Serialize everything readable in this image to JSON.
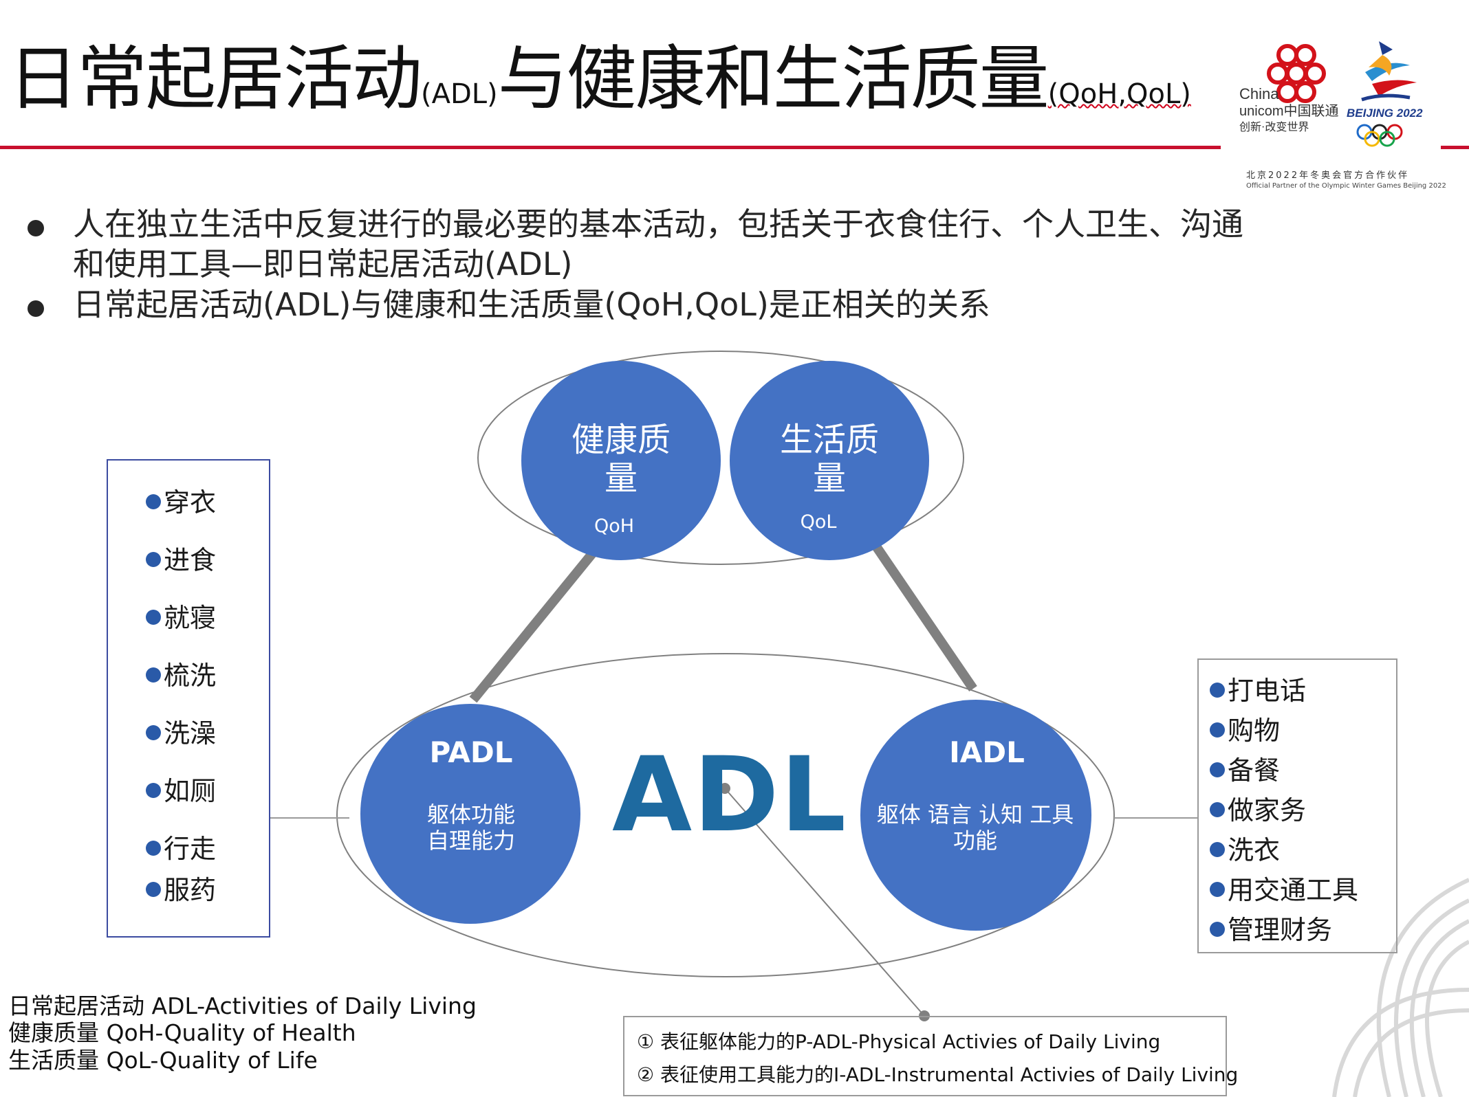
{
  "header": {
    "title_part1": "日常起居活动",
    "title_abbr1": "(ADL)",
    "title_part2": "与健康和生活质量",
    "title_abbr2": "(QoH,QoL)",
    "logo_unicom_en1": "China",
    "logo_unicom_en2": "unicom中国联通",
    "logo_unicom_slogan": "创新·改变世界",
    "logo_beijing": "BEIJING 2022",
    "sponsor_cn": "北京2022年冬奥会官方合作伙伴",
    "sponsor_en": "Official Partner of the Olympic Winter Games Beijing 2022"
  },
  "bullets": [
    {
      "line1": "人在独立生活中反复进行的最必要的基本活动，包括关于衣食住行、个人卫生、沟通",
      "line2": "和使用工具—即日常起居活动(ADL)"
    },
    {
      "line1": "日常起居活动(ADL)与健康和生活质量(QoH,QoL)是正相关的关系"
    }
  ],
  "left_list": [
    "穿衣",
    "进食",
    "就寝",
    "梳洗",
    "洗澡",
    "如厕",
    "行走",
    "服药"
  ],
  "right_list": [
    "打电话",
    "购物",
    "备餐",
    "做家务",
    "洗衣",
    "用交通工具",
    "管理财务"
  ],
  "diagram": {
    "qoh_circle": {
      "line1": "健康质",
      "line2": "量",
      "abbr": "QoH"
    },
    "qol_circle": {
      "line1": "生活质",
      "line2": "量",
      "abbr": "QoL"
    },
    "padl_circle": {
      "title": "PADL",
      "line1": "躯体功能",
      "line2": "自理能力"
    },
    "iadl_circle": {
      "title": "IADL",
      "line1": "躯体 语言 认知 工具",
      "line2": "功能"
    },
    "center_label": "ADL",
    "colors": {
      "circle_fill": "#4472c4",
      "connector": "#808080",
      "ellipse_stroke": "#808080",
      "center_text": "#1e6aa0"
    }
  },
  "glossary": [
    "日常起居活动 ADL-Activities of Daily Living",
    "健康质量 QoH-Quality of Health",
    "生活质量 QoL-Quality of Life"
  ],
  "notes": [
    "①  表征躯体能力的P-ADL-Physical Activies of Daily Living",
    "②  表征使用工具能力的I-ADL-Instrumental Activies of Daily Living"
  ]
}
